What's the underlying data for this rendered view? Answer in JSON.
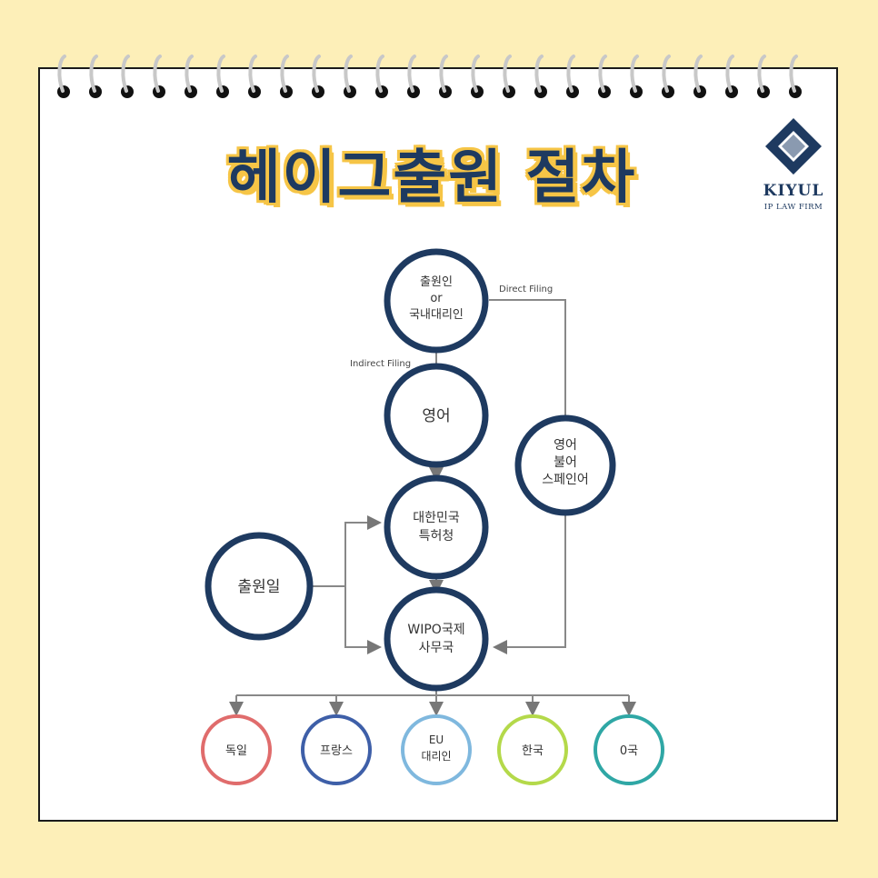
{
  "title": "헤이그출원 절차",
  "logo": {
    "name": "KIYUL",
    "sub": "IP LAW FIRM"
  },
  "diagram": {
    "nodes": {
      "applicant": [
        "출원인",
        "or",
        "국내대리인"
      ],
      "english": [
        "영어"
      ],
      "languages": [
        "영어",
        "불어",
        "스페인어"
      ],
      "kipo": [
        "대한민국",
        "특허청"
      ],
      "filing_date": [
        "출원일"
      ],
      "wipo": [
        "WIPO국제",
        "사무국"
      ],
      "germany": [
        "독일"
      ],
      "france": [
        "프랑스"
      ],
      "eu": [
        "EU",
        "대리인"
      ],
      "korea": [
        "한국"
      ],
      "other": [
        "0국"
      ]
    },
    "edge_labels": {
      "direct": "Direct Filing",
      "indirect": "Indirect Filing"
    }
  },
  "colors": {
    "title": "#1E3A60",
    "title_outline": "#F6C546",
    "background": "#FDEFB8",
    "node_main": "#1E3A60",
    "germany": "#E06C6C",
    "france": "#3E5FA8",
    "eu": "#7FB8DE",
    "korea": "#B4D94A",
    "other": "#2FA7A5"
  }
}
